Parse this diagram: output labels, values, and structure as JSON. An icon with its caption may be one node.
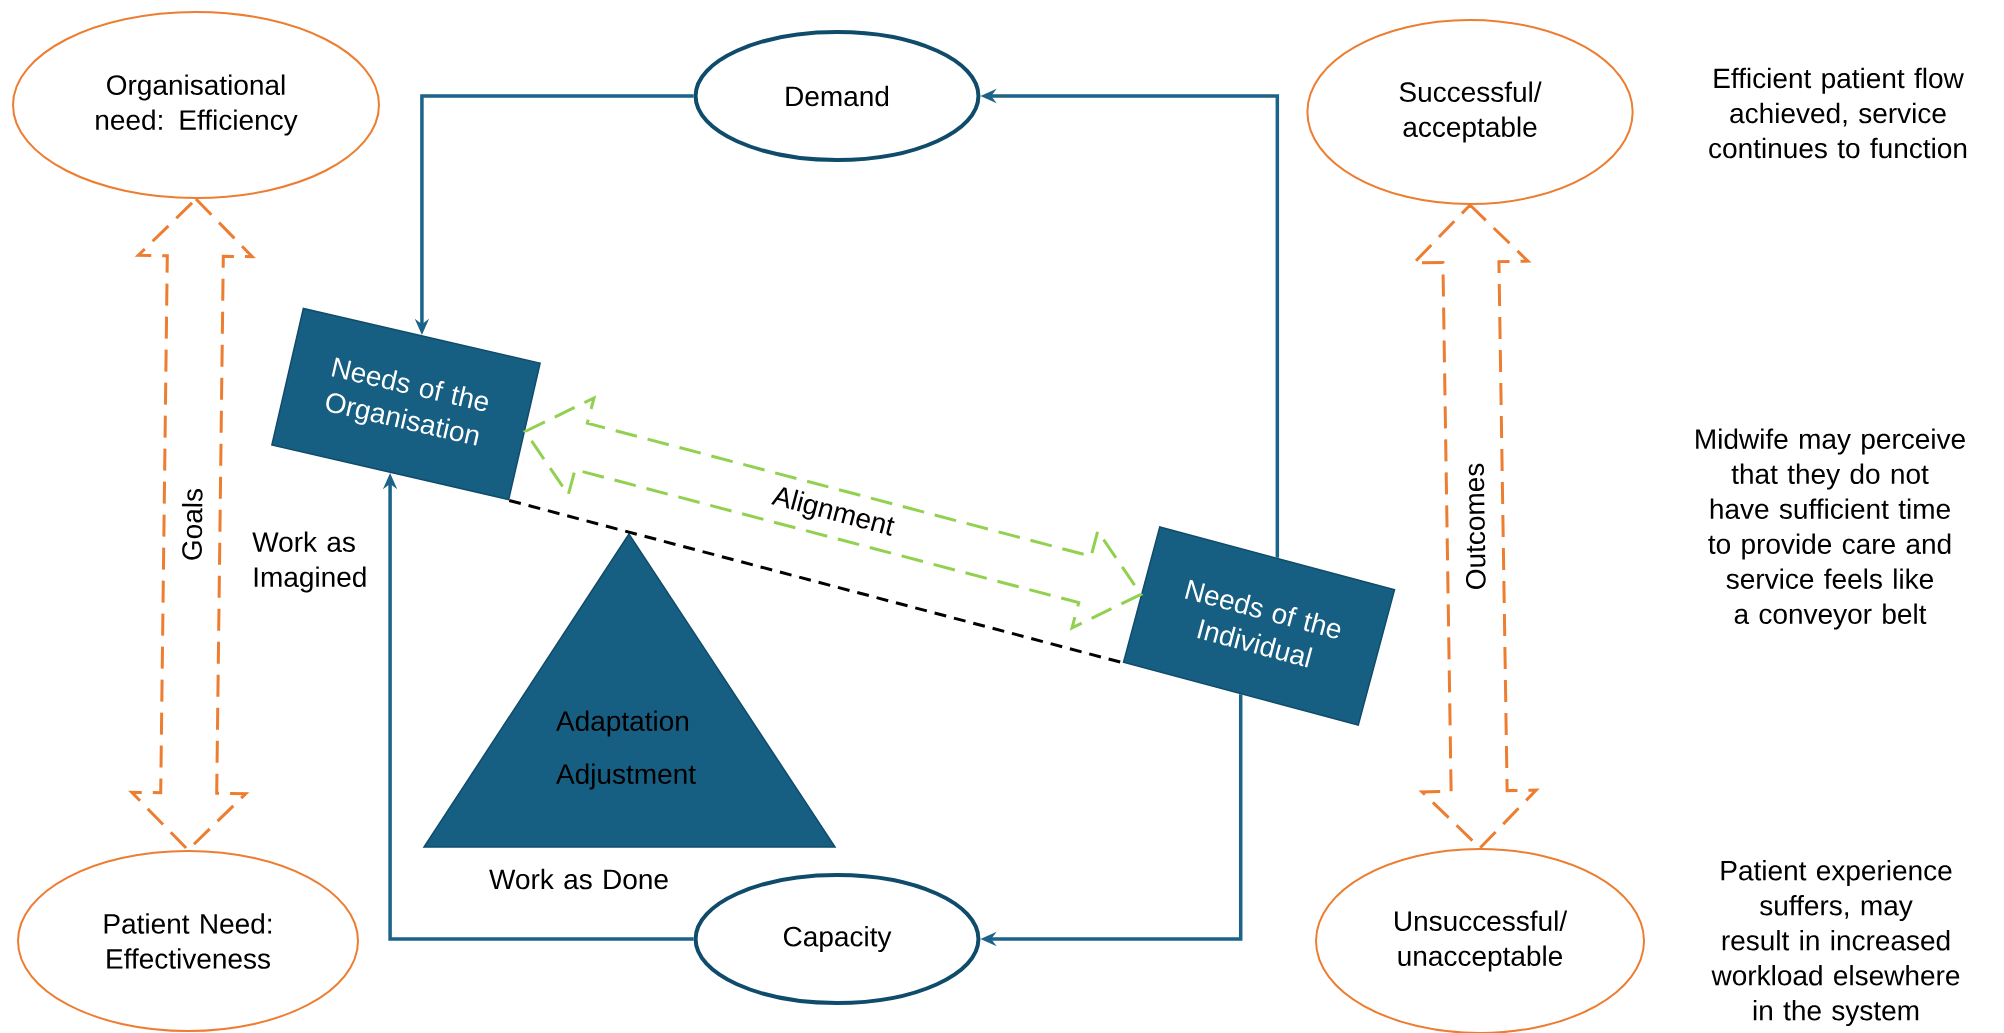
{
  "diagram": {
    "nodes": [
      {
        "text": [
          "Organisational need: Efficiency"
        ]
      },
      {
        "text": [
          "Demand"
        ]
      },
      {
        "text": [
          "Successful/ acceptable"
        ]
      },
      {
        "text": [
          "Needs of the Organisation"
        ]
      },
      {
        "text": [
          "Needs of the Individual"
        ]
      },
      {
        "text": [
          "Adaptation",
          "Adjustment"
        ]
      },
      {
        "text": [
          "Capacity"
        ]
      },
      {
        "text": [
          "Patient Need: Effectiveness"
        ]
      },
      {
        "text": [
          "Unsuccessful/ unacceptable"
        ]
      }
    ],
    "edges": [
      {
        "from": 1,
        "to": 3,
        "arrow": "to"
      },
      {
        "from": 4,
        "to": 1,
        "arrow": "to"
      },
      {
        "from": 4,
        "to": 6,
        "arrow": "to"
      },
      {
        "from": 6,
        "to": 3,
        "arrow": "to"
      },
      {
        "from": 3,
        "to": 4,
        "arrow": "both",
        "label": "Alignment",
        "style": "dashed",
        "color": "#92d050"
      },
      {
        "from": 3,
        "to": 4,
        "arrow": "none",
        "style": "dashed",
        "color": "#000000"
      },
      {
        "from": 0,
        "to": 7,
        "arrow": "both",
        "label": "Goals",
        "style": "dashed",
        "color": "#ed7d31"
      },
      {
        "from": 2,
        "to": 8,
        "arrow": "both",
        "label": "Outcomes",
        "style": "dashed",
        "color": "#ed7d31"
      }
    ],
    "labels": [
      "Efficient patient flow achieved, service continues to function",
      "Midwife may perceive that they do not have sufficient time to provide care and service feels like a conveyor belt",
      "Work as Imagined",
      "Work as Done",
      "Patient experience suffers, may result in increased workload elsewhere in the system"
    ]
  }
}
